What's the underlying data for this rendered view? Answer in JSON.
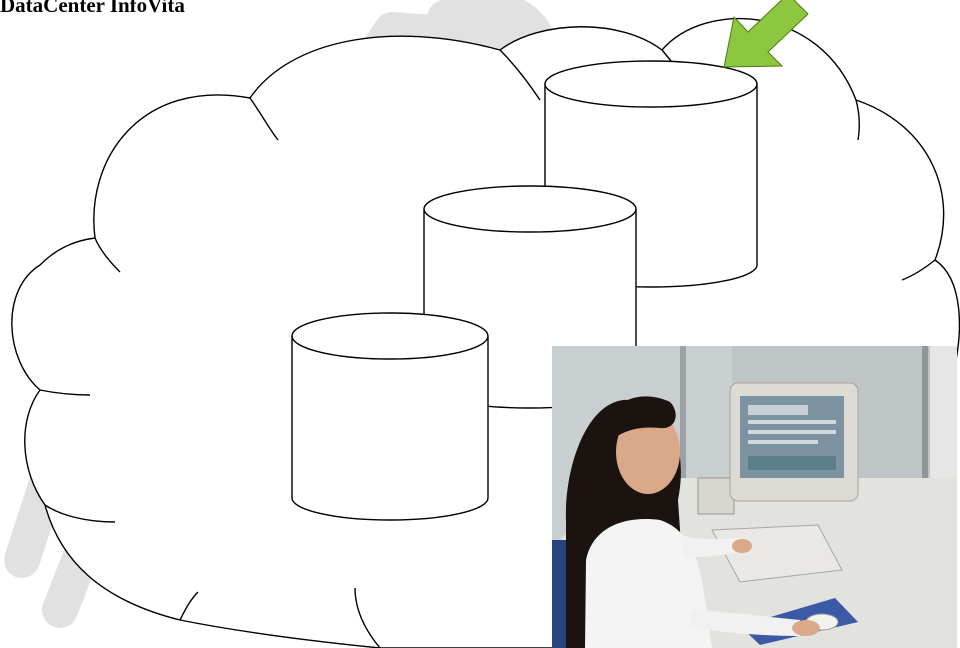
{
  "header": {
    "title": "DataCenter InfoVita"
  },
  "diagram": {
    "nodes": [
      {
        "id": "cloud",
        "shape": "cloud"
      },
      {
        "id": "database-1",
        "shape": "cylinder"
      },
      {
        "id": "database-2",
        "shape": "cylinder"
      },
      {
        "id": "database-3",
        "shape": "cylinder"
      }
    ],
    "pointer": {
      "shape": "arrow",
      "color": "#8dc63f",
      "target": "database-3"
    },
    "photo": {
      "subject": "woman at desktop computer workstation"
    }
  },
  "watermark": {
    "text": "INFO",
    "color": "#e1e1e1"
  },
  "colors": {
    "background": "#ffffff",
    "stroke": "#000000",
    "arrow": "#8dc63f",
    "photo_wall": "#bfc4c7",
    "photo_desk": "#e2e2de"
  }
}
